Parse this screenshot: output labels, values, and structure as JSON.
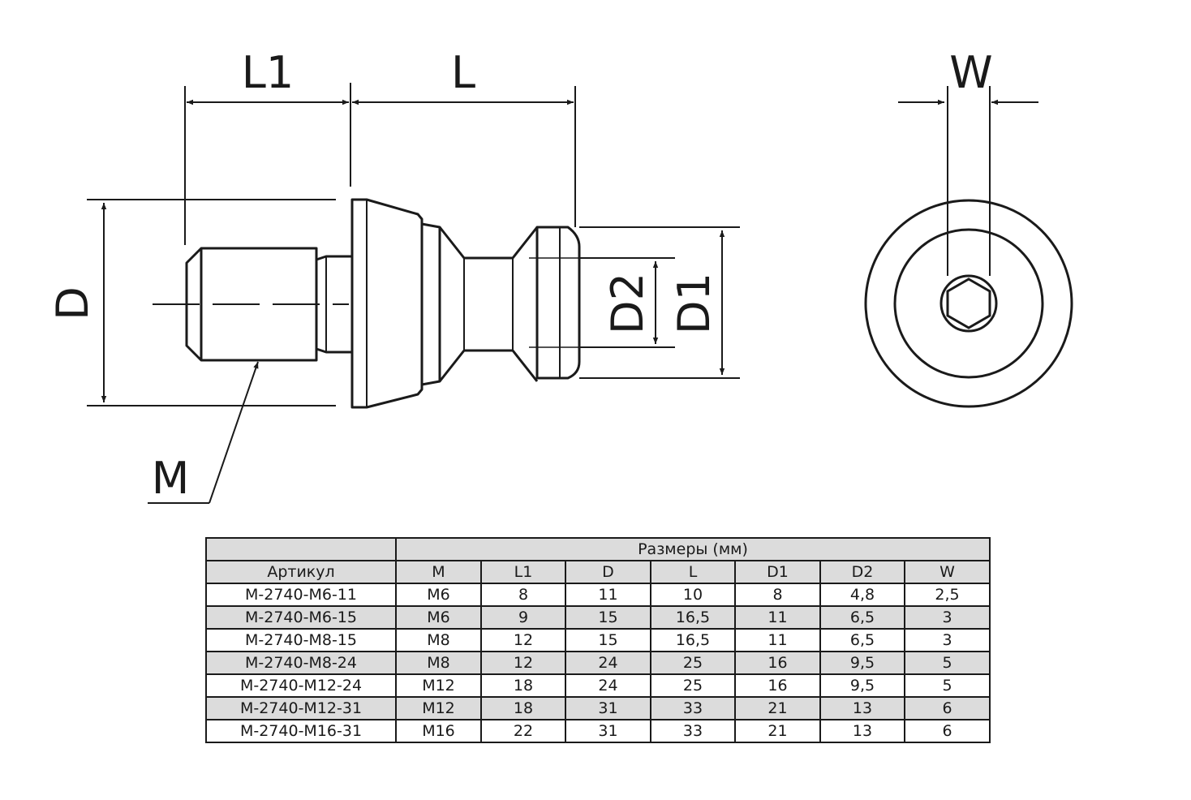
{
  "drawing": {
    "labels": {
      "L1": "L1",
      "L": "L",
      "W": "W",
      "D": "D",
      "D2": "D2",
      "D1": "D1",
      "M": "M"
    }
  },
  "table": {
    "group_header": "Размеры (мм)",
    "columns": [
      "Артикул",
      "M",
      "L1",
      "D",
      "L",
      "D1",
      "D2",
      "W"
    ],
    "rows": [
      [
        "M-2740-M6-11",
        "M6",
        "8",
        "11",
        "10",
        "8",
        "4,8",
        "2,5"
      ],
      [
        "M-2740-M6-15",
        "M6",
        "9",
        "15",
        "16,5",
        "11",
        "6,5",
        "3"
      ],
      [
        "M-2740-M8-15",
        "M8",
        "12",
        "15",
        "16,5",
        "11",
        "6,5",
        "3"
      ],
      [
        "M-2740-M8-24",
        "M8",
        "12",
        "24",
        "25",
        "16",
        "9,5",
        "5"
      ],
      [
        "M-2740-M12-24",
        "M12",
        "18",
        "24",
        "25",
        "16",
        "9,5",
        "5"
      ],
      [
        "M-2740-M12-31",
        "M12",
        "18",
        "31",
        "33",
        "21",
        "13",
        "6"
      ],
      [
        "M-2740-M16-31",
        "M16",
        "22",
        "31",
        "33",
        "21",
        "13",
        "6"
      ]
    ]
  }
}
